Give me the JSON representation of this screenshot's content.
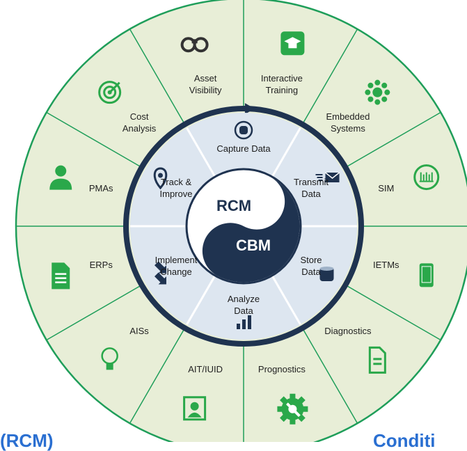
{
  "colors": {
    "outer_fill": "#e8eed7",
    "outer_stroke": "#1f9e5a",
    "icon_green": "#2aa84a",
    "inner_fill": "#dde6f0",
    "inner_stroke": "#ffffff",
    "ring_dark": "#1f3350",
    "navy": "#1f3350",
    "text": "#222222",
    "footer_blue": "#2a6fd1"
  },
  "outer_segments": [
    {
      "lines": [
        "Interactive",
        "Training"
      ],
      "icon": "graduation-cap-icon"
    },
    {
      "lines": [
        "Embedded",
        "Systems"
      ],
      "icon": "embedded-systems-icon"
    },
    {
      "lines": [
        "SIM"
      ],
      "icon": "sim-icon"
    },
    {
      "lines": [
        "IETMs"
      ],
      "icon": "tablet-icon"
    },
    {
      "lines": [
        "Diagnostics"
      ],
      "icon": "clipboard-icon"
    },
    {
      "lines": [
        "Prognostics"
      ],
      "icon": "gear-wrench-icon"
    },
    {
      "lines": [
        "AIT/IUID"
      ],
      "icon": "id-badge-icon"
    },
    {
      "lines": [
        "AISs"
      ],
      "icon": "lightbulb-icon"
    },
    {
      "lines": [
        "ERPs"
      ],
      "icon": "document-icon"
    },
    {
      "lines": [
        "PMAs"
      ],
      "icon": "person-icon"
    },
    {
      "lines": [
        "Cost",
        "Analysis"
      ],
      "icon": "target-icon"
    },
    {
      "lines": [
        "Asset",
        "Visibility"
      ],
      "icon": "binoculars-icon"
    }
  ],
  "inner_segments": [
    {
      "lines": [
        "Capture Data"
      ],
      "icon": "database-circle-icon"
    },
    {
      "lines": [
        "Transmit",
        "Data"
      ],
      "icon": "envelope-send-icon"
    },
    {
      "lines": [
        "Store",
        "Data"
      ],
      "icon": "database-icon"
    },
    {
      "lines": [
        "Analyze",
        "Data"
      ],
      "icon": "bar-chart-icon"
    },
    {
      "lines": [
        "Implement",
        "Change"
      ],
      "icon": "arrows-icon"
    },
    {
      "lines": [
        "Track &",
        "Improve"
      ],
      "icon": "map-pin-icon"
    }
  ],
  "center": {
    "top": "RCM",
    "bottom": "CBM"
  },
  "footer": {
    "left": "(RCM)",
    "right": "Conditi"
  }
}
